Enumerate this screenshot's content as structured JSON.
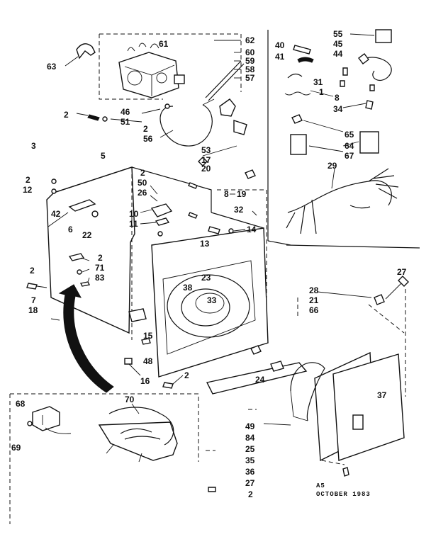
{
  "callouts": {
    "c62": "62",
    "c60": "60",
    "c59": "59",
    "c58": "58",
    "c57": "57",
    "c61": "61",
    "c63": "63",
    "c2a": "2",
    "c46": "46",
    "c51": "51",
    "c2b": "2",
    "c56": "56",
    "c3": "3",
    "c5": "5",
    "c53": "53",
    "c17": "17",
    "c20": "20",
    "c2c": "2",
    "c50": "50",
    "c26": "26",
    "c2d": "2",
    "c12": "12",
    "c42": "42",
    "c6": "6",
    "c22": "22",
    "c10": "10",
    "c11": "11",
    "c8": "8",
    "c19": "19",
    "c32": "32",
    "c14": "14",
    "c13": "13",
    "c2e": "2",
    "c71": "71",
    "c83": "83",
    "c2f": "2",
    "c7": "7",
    "c18": "18",
    "c23": "23",
    "c38": "38",
    "c33": "33",
    "c15": "15",
    "c48": "48",
    "c16": "16",
    "c2g": "2",
    "c40": "40",
    "c41": "41",
    "c55": "55",
    "c45": "45",
    "c44": "44",
    "c31": "31",
    "c1": "1",
    "c34": "34",
    "c8b": "8",
    "c65": "65",
    "c64": "64",
    "c67": "67",
    "c29": "29",
    "c27a": "27",
    "c28": "28",
    "c21": "21",
    "c66": "66",
    "c24": "24",
    "c37": "37",
    "c68": "68",
    "c69": "69",
    "c70": "70",
    "stack": [
      "49",
      "84",
      "25",
      "35",
      "36",
      "27",
      "2"
    ]
  },
  "footer": {
    "code": "A5",
    "date": "OCTOBER 1983"
  }
}
